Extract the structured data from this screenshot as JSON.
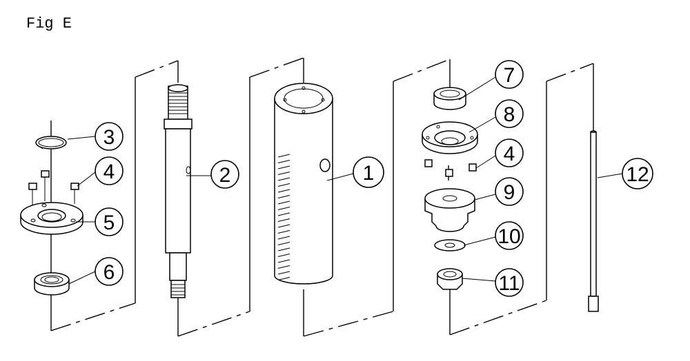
{
  "figure": {
    "title": "Fig E"
  },
  "callouts": [
    {
      "id": "1",
      "label": "1"
    },
    {
      "id": "2",
      "label": "2"
    },
    {
      "id": "3",
      "label": "3"
    },
    {
      "id": "4a",
      "label": "4"
    },
    {
      "id": "4b",
      "label": "4"
    },
    {
      "id": "5",
      "label": "5"
    },
    {
      "id": "6",
      "label": "6"
    },
    {
      "id": "7",
      "label": "7"
    },
    {
      "id": "8",
      "label": "8"
    },
    {
      "id": "9",
      "label": "9"
    },
    {
      "id": "10",
      "label": "10"
    },
    {
      "id": "11",
      "label": "11"
    },
    {
      "id": "12",
      "label": "12"
    }
  ]
}
